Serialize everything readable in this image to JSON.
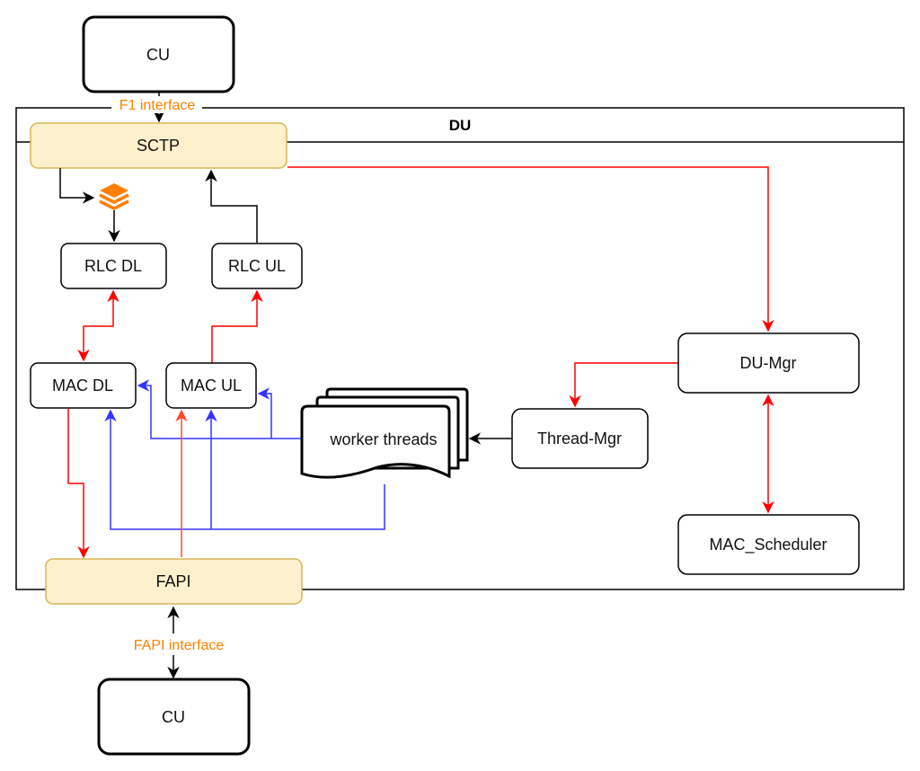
{
  "diagram": {
    "title": "DU",
    "colors": {
      "control": "#ff0000",
      "data": "#3333ff",
      "plain": "#000000",
      "interface_label": "#ff8000",
      "highlight_fill": "#fdf0cc",
      "highlight_border": "#d6b656",
      "stack_icon": "#ff8000"
    },
    "nodes": {
      "cu_top": "CU",
      "sctp": "SCTP",
      "rlc_dl": "RLC DL",
      "rlc_ul": "RLC UL",
      "mac_dl": "MAC DL",
      "mac_ul": "MAC UL",
      "worker_threads": "worker threads",
      "thread_mgr": "Thread-Mgr",
      "du_mgr": "DU-Mgr",
      "mac_scheduler": "MAC_Scheduler",
      "fapi": "FAPI",
      "cu_bottom": "CU"
    },
    "interfaces": {
      "f1": "F1 interface",
      "fapi": "FAPI interface"
    },
    "edges": [
      {
        "from": "CU",
        "to": "SCTP",
        "color": "plain",
        "label": "F1 interface"
      },
      {
        "from": "SCTP",
        "to": "queue-stack",
        "color": "plain"
      },
      {
        "from": "queue-stack",
        "to": "RLC DL",
        "color": "plain"
      },
      {
        "from": "RLC UL",
        "to": "SCTP",
        "color": "plain"
      },
      {
        "from": "SCTP",
        "to": "DU-Mgr",
        "color": "control"
      },
      {
        "from": "RLC DL",
        "to": "MAC DL",
        "color": "control",
        "bidirectional": true
      },
      {
        "from": "MAC UL",
        "to": "RLC UL",
        "color": "control"
      },
      {
        "from": "MAC DL",
        "to": "FAPI",
        "color": "control"
      },
      {
        "from": "FAPI",
        "to": "MAC UL",
        "color": "control"
      },
      {
        "from": "worker threads",
        "to": "MAC DL",
        "color": "data"
      },
      {
        "from": "worker threads",
        "to": "MAC UL",
        "color": "data"
      },
      {
        "from": "Thread-Mgr",
        "to": "worker threads",
        "color": "plain"
      },
      {
        "from": "DU-Mgr",
        "to": "Thread-Mgr",
        "color": "control"
      },
      {
        "from": "DU-Mgr",
        "to": "MAC_Scheduler",
        "color": "control",
        "bidirectional": true
      },
      {
        "from": "FAPI",
        "to": "CU",
        "color": "plain",
        "bidirectional": true,
        "label": "FAPI interface"
      }
    ]
  }
}
